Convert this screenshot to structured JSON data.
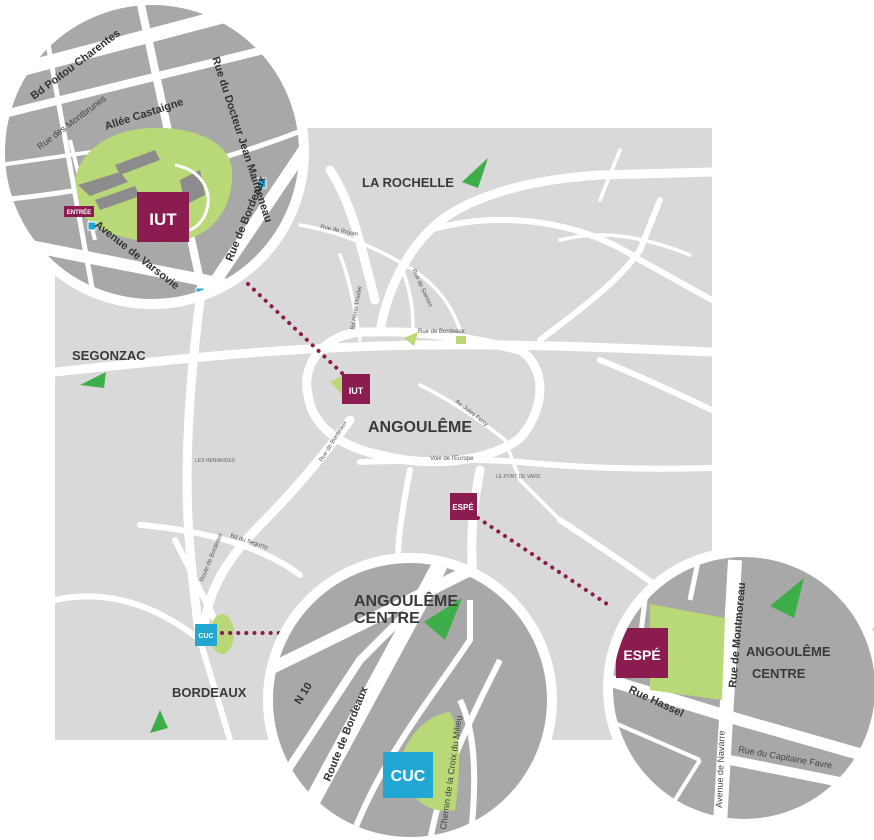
{
  "cities": {
    "la_rochelle": "LA ROCHELLE",
    "segonzac": "SEGONZAC",
    "angouleme": "ANGOULÊME",
    "bordeaux": "BORDEAUX"
  },
  "main_streets": {
    "rue_de_royan": "Rue de Royan",
    "bd_thiollet": "Bd Henri Thiollet",
    "rue_saintes": "Rue de Saintes",
    "rue_bordeaux": "Rue de Bordeaux",
    "av_jules_ferry": "Av. Jules Ferry",
    "voie_europe": "Voie de l'Europe",
    "le_pont_de_vars": "LE PONT DE VARS",
    "les_heniandes": "LES HENIANDES",
    "rue_bordeaux_main": "Rue de Bordeaux",
    "bd_du_segursy": "Bd du Segursy",
    "route_de_bordeaux": "Route de Bordeaux"
  },
  "badges": {
    "iut": "IUT",
    "espe": "ESPÉ",
    "cuc": "CUC",
    "entree": "ENTRÉE"
  },
  "inset_iut": {
    "bd_poitou": "Bd Poitou Charentes",
    "rue_montbrunes": "Rue des Montbrunes",
    "allee_castaigne": "Allée Castaigne",
    "rue_docteur": "Rue du Docteur Jean Mainteneau",
    "avenue_varsovie": "Avenue de Varsovie",
    "rue_bordeaux": "Rue de Bordeaux"
  },
  "inset_cuc": {
    "centre_l1": "ANGOULÊME",
    "centre_l2": "CENTRE",
    "n10": "N 10",
    "route_bordeaux": "Route de Bordeaux",
    "chemin": "Chemin de la Croix du Milieu"
  },
  "inset_espe": {
    "centre_l1": "ANGOULÊME",
    "centre_l2": "CENTRE",
    "rue_hassel": "Rue Hassel",
    "rue_montmoreau": "Rue de Montmoreau",
    "avenue_navarre": "Avenue de Navarre",
    "rue_capitaine": "Rue du Capitaine Favre"
  },
  "colors": {
    "background": "#d9d9d9",
    "block": "#a8a8a8",
    "road": "#ffffff",
    "park": "#b9d877",
    "marker_green": "#3dae4a",
    "badge_purple": "#8a1c4f",
    "badge_cyan": "#21a7d2"
  }
}
